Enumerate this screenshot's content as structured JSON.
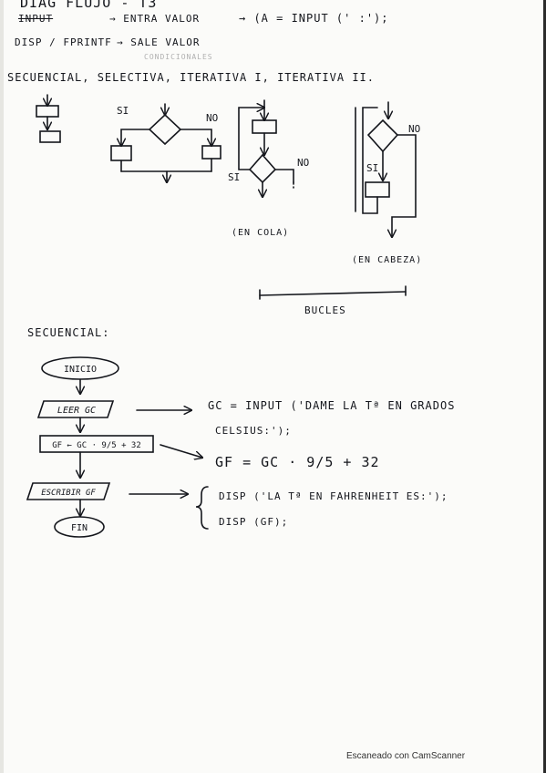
{
  "header": {
    "title": "DIAG FLUJO - T3",
    "input_word": "INPUT",
    "input_desc": "→ ENTRA VALOR",
    "input_code": "→ (A = INPUT ('           :');",
    "disp_word": "DISP / FPRINTF",
    "disp_desc": "→ SALE VALOR",
    "faint_note": "CONDICIONALES",
    "types": "SECUENCIAL, SELECTIVA, ITERATIVA I, ITERATIVA II."
  },
  "diagrams": {
    "si": "SI",
    "no": "NO",
    "encola": "(EN COLA)",
    "encabeza": "(EN CABEZA)",
    "bucles": "BUCLES"
  },
  "section": {
    "title": "SECUENCIAL:"
  },
  "flow": {
    "inicio": "INICIO",
    "leer": "LEER GC",
    "calc": "GF ← GC · 9/5 + 32",
    "escribir": "ESCRIBIR GF",
    "fin": "FIN"
  },
  "code": {
    "line1": "GC = INPUT ('DAME LA Tª EN GRADOS",
    "line2": "CELSIUS:');",
    "line3": "GF = GC · 9/5 + 32",
    "line4": "DISP ('LA Tª EN FAHRENHEIT ES:');",
    "line5": "DISP (GF);"
  },
  "footer": {
    "scanner": "Escaneado con CamScanner"
  }
}
